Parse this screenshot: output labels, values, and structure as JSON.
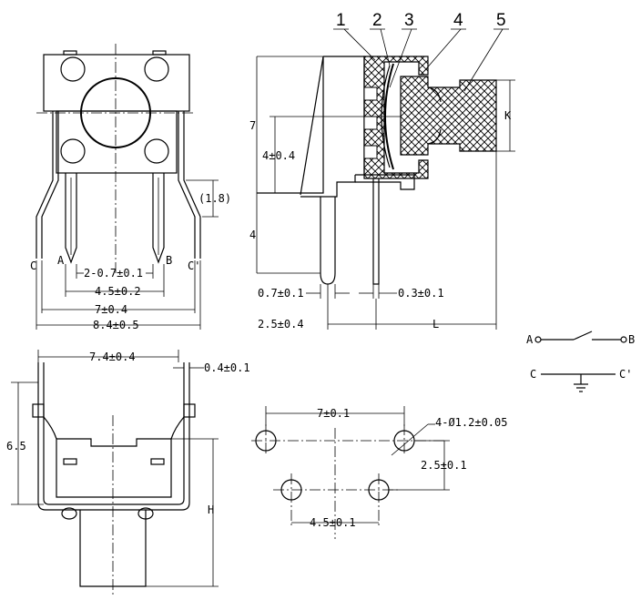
{
  "title": "Tactile switch 6x6 right-angle — dimension drawing",
  "colors": {
    "line": "#000000",
    "background": "#ffffff"
  },
  "callouts": [
    "1",
    "2",
    "3",
    "4",
    "5"
  ],
  "front_view": {
    "terminal_a": "A",
    "terminal_b": "B",
    "terminal_c": "C",
    "terminal_c2": "C'",
    "dim_bend": "(1.8)",
    "dim_ab_pitch": "2-0.7±0.1",
    "dim_ab_span": "4.5±0.2",
    "dim_leg_span": "7±0.4",
    "dim_overall": "8.4±0.5"
  },
  "side_view": {
    "dim_height": "7",
    "dim_center": "4±0.4",
    "dim_leg": "4",
    "dim_k": "K",
    "dim_pin_width": "0.7±0.1",
    "dim_pin_thick": "0.3±0.1",
    "dim_offset": "2.5±0.4",
    "dim_length": "L"
  },
  "bottom_view": {
    "dim_width": "7.4±0.4",
    "dim_leg_thick": "0.4±0.1",
    "dim_body": "6.5",
    "dim_h": "H"
  },
  "pcb_layout": {
    "dim_outer_pitch": "7±0.1",
    "dim_hole": "4-Ø1.2±0.05",
    "dim_row_pitch": "2.5±0.1",
    "dim_inner_pitch": "4.5±0.1"
  },
  "schematic": {
    "switch_a": "A",
    "switch_b": "B",
    "ground_c": "C",
    "ground_c2": "C'"
  }
}
